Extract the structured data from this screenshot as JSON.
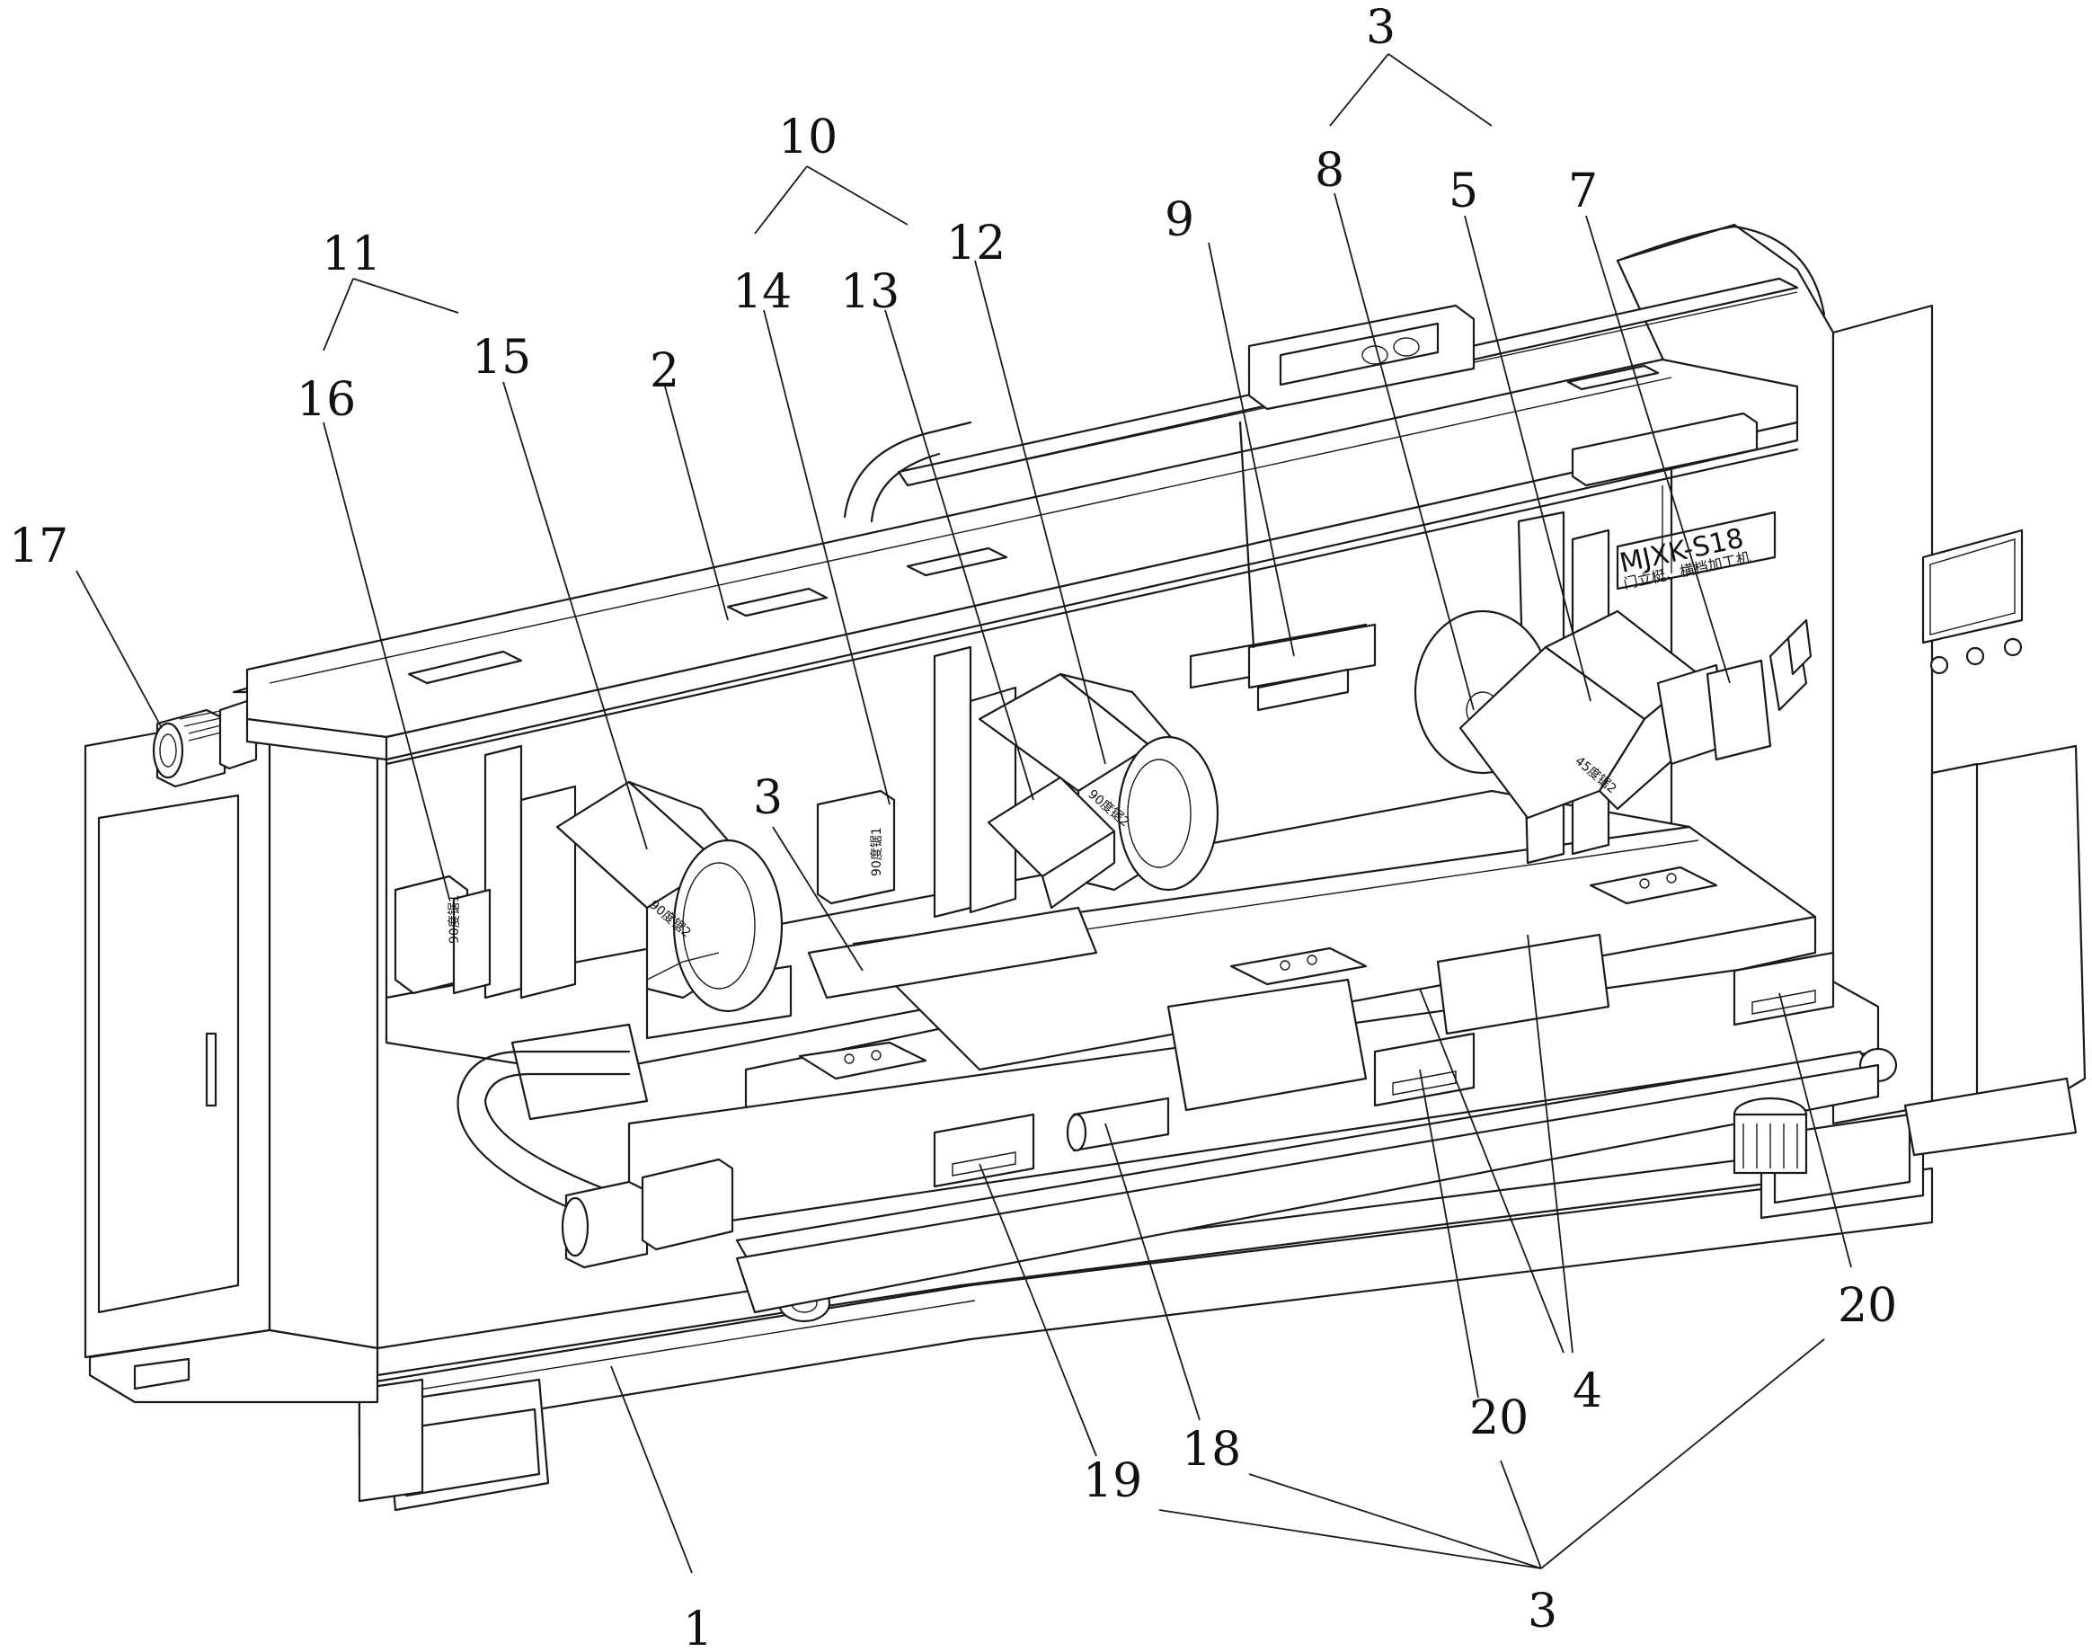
{
  "machine": {
    "model_name": "MJXK-S18",
    "model_subtitle": "门立梃、横档加工机",
    "motor_plates": [
      "90度锯2",
      "90度锯1",
      "90度锯2",
      "45度锯2",
      "90度锯1"
    ]
  },
  "reference_numbers": [
    "1",
    "2",
    "3",
    "3",
    "4",
    "5",
    "7",
    "8",
    "9",
    "10",
    "11",
    "12",
    "13",
    "14",
    "15",
    "16",
    "17",
    "18",
    "19",
    "20",
    "20",
    "20",
    "20"
  ]
}
